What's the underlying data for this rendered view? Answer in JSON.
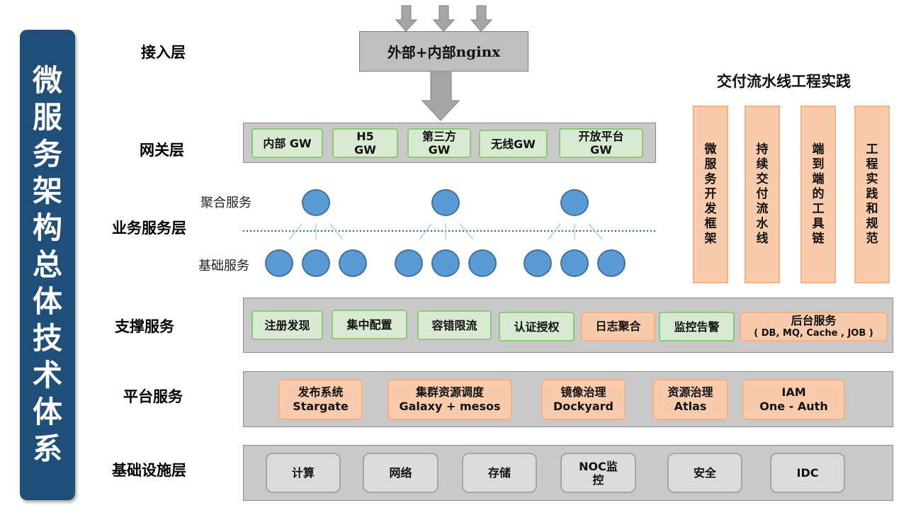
{
  "title_chars": [
    "微",
    "服",
    "务",
    "架",
    "构",
    "总",
    "体",
    "技",
    "术",
    "体",
    "系"
  ],
  "layers": {
    "access": "接入层",
    "gateway": "网关层",
    "business": "业务服务层",
    "support": "支撑服务",
    "platform": "平台服务",
    "infra": "基础设施层"
  },
  "nginx": {
    "cn": "外部+内部 ",
    "en": "nginx"
  },
  "gateways": [
    {
      "l1": "内部 GW",
      "l2": ""
    },
    {
      "l1": "H5",
      "l2": "GW"
    },
    {
      "l1": "第三方",
      "l2": "GW"
    },
    {
      "l1": "无线GW",
      "l2": ""
    },
    {
      "l1": "开放平台",
      "l2": "GW"
    }
  ],
  "business": {
    "aggregate_label": "聚合服务",
    "base_label": "基础服务"
  },
  "support": [
    {
      "label": "注册发现",
      "color": "green"
    },
    {
      "label": "集中配置",
      "color": "green"
    },
    {
      "label": "容错限流",
      "color": "green"
    },
    {
      "label": "认证授权",
      "color": "green"
    },
    {
      "label": "日志聚合",
      "color": "peach"
    },
    {
      "label": "监控告警",
      "color": "green"
    },
    {
      "label": "后台服务",
      "sub": "( DB, MQ, Cache , JOB )",
      "color": "peach"
    }
  ],
  "platform": [
    {
      "l1": "发布系统",
      "l2": "Stargate"
    },
    {
      "l1": "集群资源调度",
      "l2": "Galaxy + mesos"
    },
    {
      "l1": "镜像治理",
      "l2": "Dockyard"
    },
    {
      "l1": "资源治理",
      "l2": "Atlas"
    },
    {
      "l1": "IAM",
      "l2": "One - Auth"
    }
  ],
  "infra": [
    {
      "l1": "计算",
      "l2": ""
    },
    {
      "l1": "网络",
      "l2": ""
    },
    {
      "l1": "存储",
      "l2": ""
    },
    {
      "l1": "NOC监",
      "l2": "控"
    },
    {
      "l1": "安全",
      "l2": ""
    },
    {
      "l1": "IDC",
      "l2": ""
    }
  ],
  "pipeline": {
    "title": "交付流水线工程实践",
    "pillars": [
      [
        "微",
        "服",
        "务",
        "开",
        "发",
        "框",
        "架"
      ],
      [
        "持",
        "续",
        "交",
        "付",
        "流",
        "水",
        "线"
      ],
      [
        "端",
        "到",
        "端",
        "的",
        "工",
        "具",
        "链"
      ],
      [
        "工",
        "程",
        "实",
        "践",
        "和",
        "规",
        "范"
      ]
    ]
  },
  "colors": {
    "banner": "#1f4e79",
    "band": "#c9c9c9",
    "green": "#d9ead3",
    "peach": "#f8cbad",
    "node": "#5b9bd5"
  }
}
